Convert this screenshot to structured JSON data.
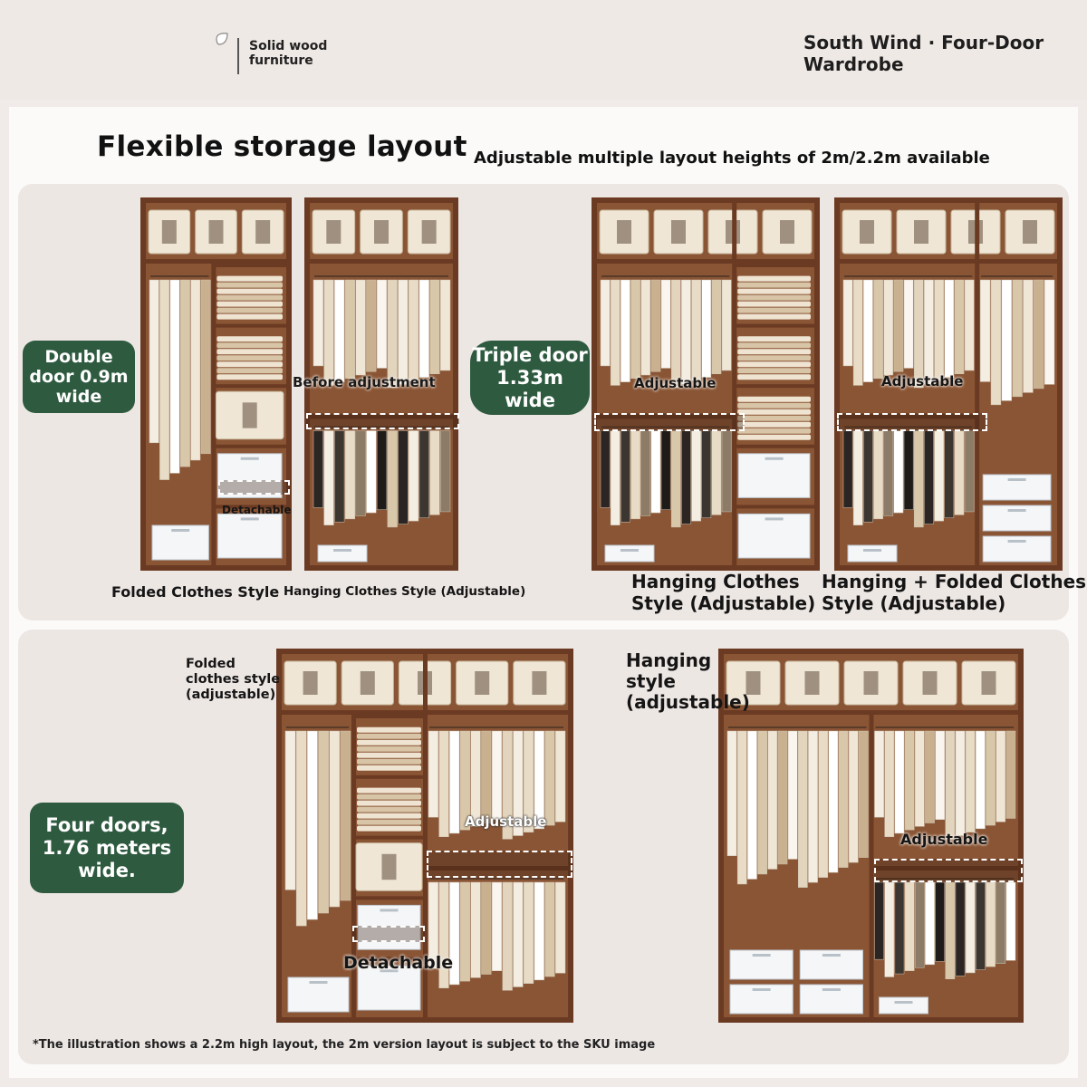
{
  "header": {
    "brand_line1": "Solid wood",
    "brand_line2": "furniture",
    "product_line1": "South Wind · Four-Door",
    "product_line2": "Wardrobe",
    "logo_icon": "leaf-icon"
  },
  "hero": {
    "title": "Flexible storage layout",
    "subtitle": "Adjustable multiple layout heights of 2m/2.2m available"
  },
  "badges": {
    "double": [
      "Double",
      "door 0.9m",
      "wide"
    ],
    "triple": [
      "Triple door",
      "1.33m wide"
    ],
    "four": [
      "Four doors,",
      "1.76 meters",
      "wide."
    ]
  },
  "top_panel": {
    "before_adjustment": "Before adjustment",
    "detachable": "Detachable",
    "adjustable_a": "Adjustable",
    "adjustable_b": "Adjustable",
    "caption_folded": "Folded Clothes Style",
    "caption_hanging": "Hanging Clothes Style (Adjustable)",
    "caption_hanging_big": [
      "Hanging Clothes",
      "Style (Adjustable)"
    ],
    "caption_mixed": [
      "Hanging + Folded Clothes",
      "Style (Adjustable)"
    ]
  },
  "bottom_panel": {
    "folded_label": [
      "Folded",
      "clothes style",
      "(adjustable)"
    ],
    "hanging_label": [
      "Hanging",
      "style",
      "(adjustable)"
    ],
    "adjustable_a": "Adjustable",
    "detachable": "Detachable",
    "adjustable_b": "Adjustable"
  },
  "footnote": "*The illustration shows a 2.2m high layout, the 2m version layout is subject to the SKU image",
  "colors": {
    "badge_green": "#2e5a3f",
    "wood": "#6b3a22",
    "wood_inner": "#8a5535",
    "panel_bg": "#ede7e4"
  }
}
